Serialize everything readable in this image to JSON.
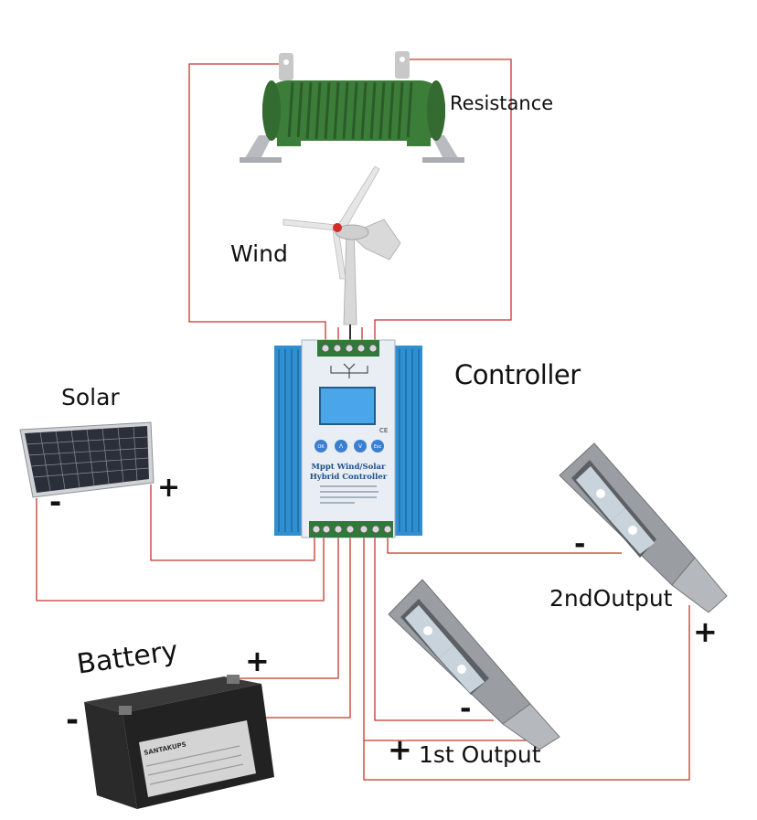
{
  "labels": {
    "resistance": "Resistance",
    "wind": "Wind",
    "controller": "Controller",
    "solar": "Solar",
    "battery": "Battery",
    "output1": "1st  Output",
    "output2": "2ndOutput"
  },
  "signs": {
    "plus": "+",
    "minus": "-"
  },
  "controller_panel": {
    "buttons": [
      "OK",
      "Λ",
      "V",
      "Esc"
    ],
    "title_line1": "Mppt Wind/Solar",
    "title_line2": "Hybrid Controller",
    "ce_mark": "CE"
  },
  "battery_brand": "SANTAKUPS",
  "colors": {
    "wire": "#c0392b",
    "controller_body": "#2f8fd0",
    "controller_face": "#e9eef4",
    "lcd": "#4aa6e8",
    "resistor": "#3d7d3a",
    "lamp_body": "#9a9ea2",
    "battery": "#2a2a2a"
  }
}
